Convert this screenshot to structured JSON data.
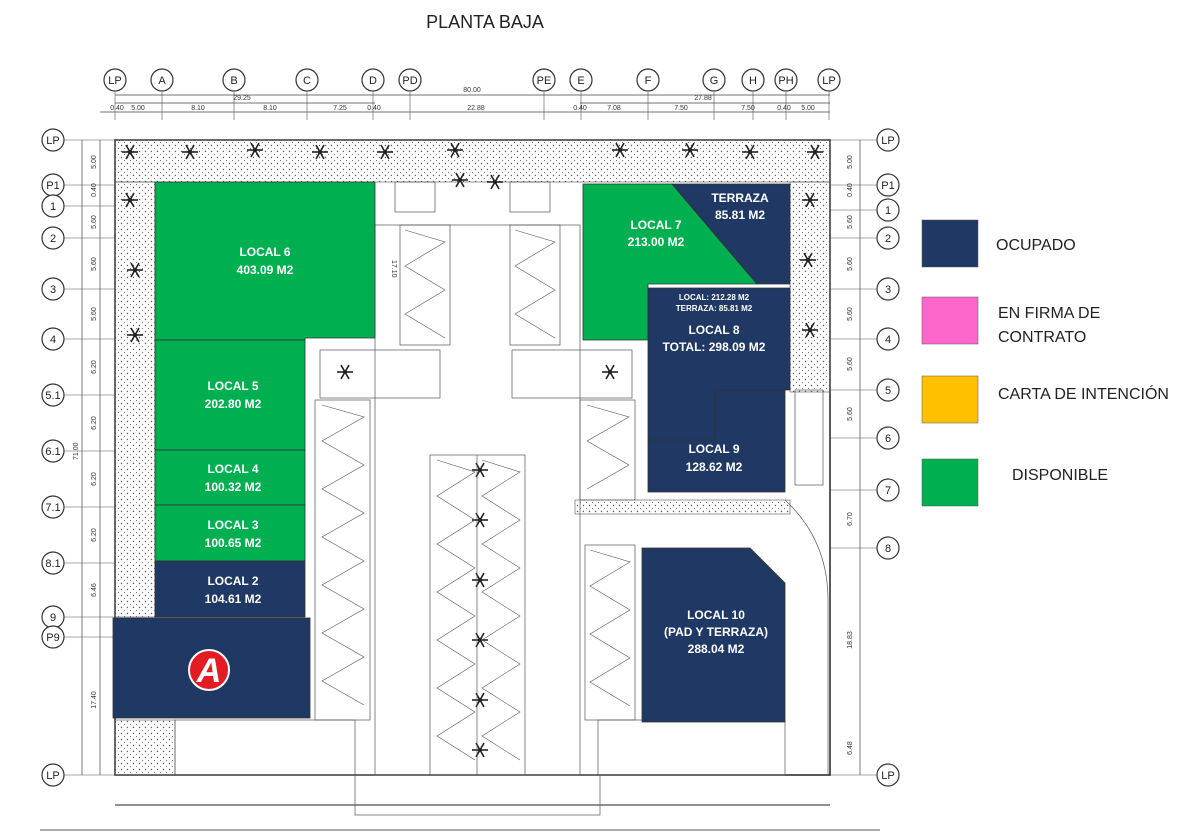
{
  "title": "PLANTA BAJA",
  "colors": {
    "ocupado": "#1f3864",
    "en_firma": "#ff66cc",
    "carta": "#ffc000",
    "disponible": "#00b050"
  },
  "legend": [
    {
      "key": "ocupado",
      "lines": [
        "OCUPADO"
      ]
    },
    {
      "key": "en_firma",
      "lines": [
        "EN FIRMA DE",
        "CONTRATO"
      ]
    },
    {
      "key": "carta",
      "lines": [
        "CARTA DE INTENCIÓN"
      ]
    },
    {
      "key": "disponible",
      "lines": [
        "DISPONIBLE"
      ]
    }
  ],
  "grid_top": [
    "LP",
    "A",
    "B",
    "C",
    "D",
    "PD",
    "PE",
    "E",
    "F",
    "G",
    "H",
    "PH",
    "LP"
  ],
  "grid_left": [
    "LP",
    "P1",
    "1",
    "2",
    "3",
    "4",
    "5.1",
    "6.1",
    "7.1",
    "8.1",
    "9",
    "P9",
    "LP"
  ],
  "grid_right": [
    "LP",
    "P1",
    "1",
    "2",
    "3",
    "4",
    "5",
    "6",
    "7",
    "8",
    "LP"
  ],
  "dims_top_row1": [
    "29.25",
    "80.00",
    "27.88"
  ],
  "dims_top_row2": [
    "0.40",
    "5.00",
    "8.10",
    "8.10",
    "7.25",
    "0.40",
    "22.88",
    "0.40",
    "7.08",
    "7.50",
    "7.50",
    "0.40",
    "5.00"
  ],
  "dims_left": [
    "5.00",
    "0.40",
    "5.60",
    "5.60",
    "5.60",
    "6.20",
    "6.20",
    "6.20",
    "6.20",
    "6.46",
    "17.40"
  ],
  "dim_left_total": "71.00",
  "dims_right": [
    "5.00",
    "0.40",
    "5.60",
    "5.60",
    "5.60",
    "5.60",
    "5.60",
    "6.70",
    "18.83",
    "6.48"
  ],
  "dim_inner": "17.10",
  "units": {
    "local6": {
      "name": "LOCAL 6",
      "area": "403.09 M2",
      "status": "disponible"
    },
    "local7": {
      "name": "LOCAL 7",
      "area": "213.00 M2",
      "status": "disponible"
    },
    "terraza": {
      "name": "TERRAZA",
      "area": "85.81 M2",
      "status": "ocupado"
    },
    "local8": {
      "name": "LOCAL 8",
      "total": "TOTAL: 298.09 M2",
      "detail1": "LOCAL: 212.28 M2",
      "detail2": "TERRAZA: 85.81 M2",
      "status": "ocupado"
    },
    "local9": {
      "name": "LOCAL 9",
      "area": "128.62 M2",
      "status": "ocupado"
    },
    "local5": {
      "name": "LOCAL 5",
      "area": "202.80 M2",
      "status": "disponible"
    },
    "local4": {
      "name": "LOCAL 4",
      "area": "100.32 M2",
      "status": "disponible"
    },
    "local3": {
      "name": "LOCAL 3",
      "area": "100.65 M2",
      "status": "disponible"
    },
    "local2": {
      "name": "LOCAL 2",
      "area": "104.61 M2",
      "status": "ocupado"
    },
    "local10": {
      "name": "LOCAL 10",
      "sub": "(PAD Y TERRAZA)",
      "area": "288.04 M2",
      "status": "ocupado"
    },
    "anchor": {
      "status": "ocupado",
      "logo": "A"
    }
  }
}
